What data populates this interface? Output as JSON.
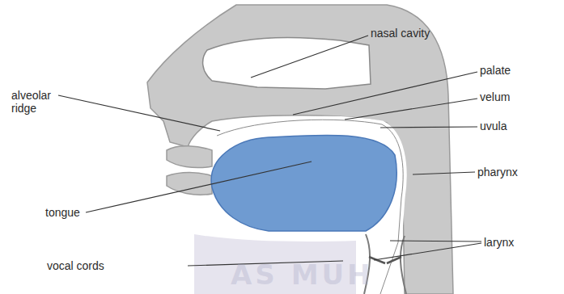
{
  "diagram": {
    "labels": [
      "nasal cavity",
      "palate",
      "velum",
      "alveolar ridge",
      "uvula",
      "pharynx",
      "tongue",
      "larynx",
      "vocal cords",
      "AS MUH"
    ]
  }
}
